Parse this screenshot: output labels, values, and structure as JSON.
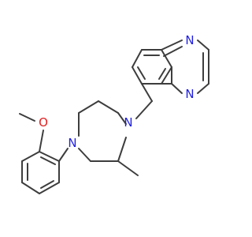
{
  "molecule": {
    "colors": {
      "bond": "#3d3d3d",
      "nitrogen": "#1f1fe0",
      "oxygen": "#e02020",
      "background": "#ffffff"
    },
    "atom_labels": {
      "quinoxaline_n1": "N",
      "quinoxaline_n4": "N",
      "piperazine_n1": "N",
      "piperazine_n4": "N",
      "methoxy_o": "O"
    }
  }
}
